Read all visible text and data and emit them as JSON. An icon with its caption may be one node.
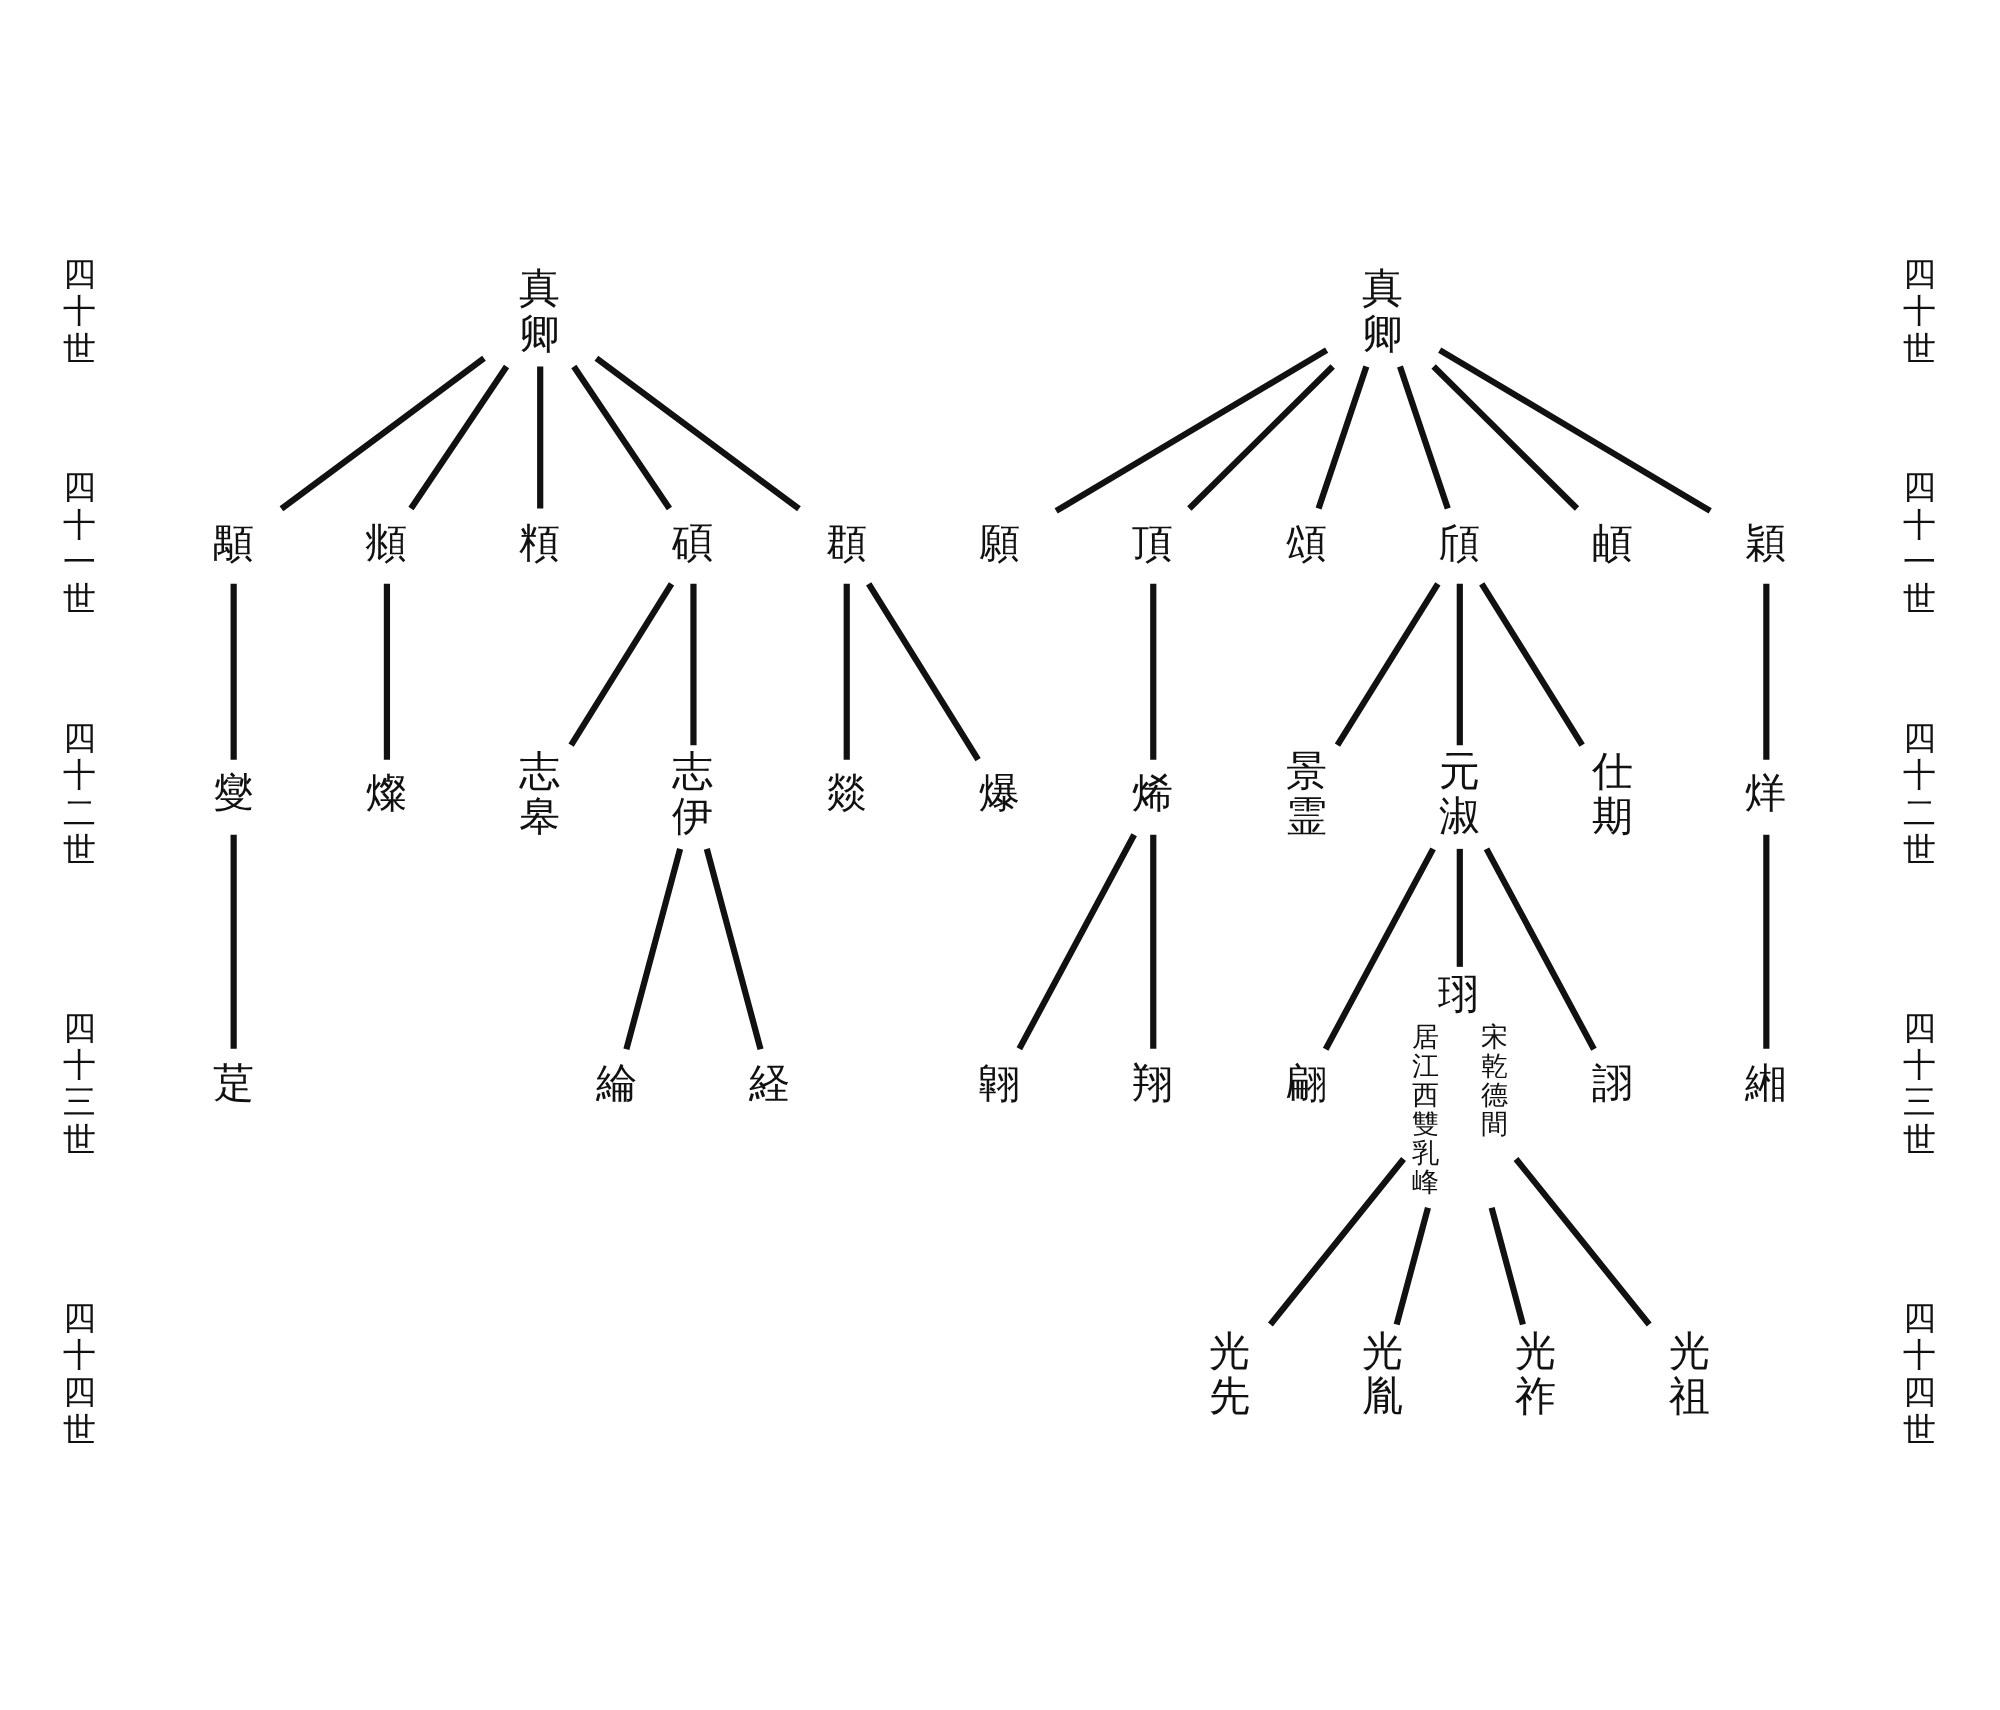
{
  "diagram": {
    "nodes": [
      {
        "text": [
          "真卿"
        ]
      },
      {
        "text": [
          "真卿"
        ]
      },
      {
        "text": [
          "顒"
        ]
      },
      {
        "text": [
          "頫"
        ]
      },
      {
        "text": [
          "頪"
        ]
      },
      {
        "text": [
          "碩"
        ]
      },
      {
        "text": [
          "頵"
        ]
      },
      {
        "text": [
          "願"
        ]
      },
      {
        "text": [
          "頂"
        ]
      },
      {
        "text": [
          "頌"
        ]
      },
      {
        "text": [
          "頎"
        ]
      },
      {
        "text": [
          "頔"
        ]
      },
      {
        "text": [
          "穎"
        ]
      },
      {
        "text": [
          "燮"
        ]
      },
      {
        "text": [
          "燦"
        ]
      },
      {
        "text": [
          "志皋"
        ]
      },
      {
        "text": [
          "志伊"
        ]
      },
      {
        "text": [
          "燚"
        ]
      },
      {
        "text": [
          "爆"
        ]
      },
      {
        "text": [
          "烯"
        ]
      },
      {
        "text": [
          "景霊"
        ]
      },
      {
        "text": [
          "元淑"
        ]
      },
      {
        "text": [
          "仕期"
        ]
      },
      {
        "text": [
          "烊"
        ]
      },
      {
        "text": [
          "莡"
        ]
      },
      {
        "text": [
          "綸"
        ]
      },
      {
        "text": [
          "経"
        ]
      },
      {
        "text": [
          "翶"
        ]
      },
      {
        "text": [
          "翔"
        ]
      },
      {
        "text": [
          "翩"
        ]
      },
      {
        "text": [
          "珝"
        ],
        "beside": [
          "宋乾德間",
          "居江西雙乳峰"
        ]
      },
      {
        "text": [
          "詡"
        ]
      },
      {
        "text": [
          "緗"
        ]
      },
      {
        "text": [
          "光先"
        ]
      },
      {
        "text": [
          "光胤"
        ]
      },
      {
        "text": [
          "光祚"
        ]
      },
      {
        "text": [
          "光祖"
        ]
      }
    ],
    "edges": [
      {
        "from": 0,
        "to": 2,
        "arrow": "none"
      },
      {
        "from": 0,
        "to": 3,
        "arrow": "none"
      },
      {
        "from": 0,
        "to": 4,
        "arrow": "none"
      },
      {
        "from": 0,
        "to": 5,
        "arrow": "none"
      },
      {
        "from": 0,
        "to": 6,
        "arrow": "none"
      },
      {
        "from": 1,
        "to": 7,
        "arrow": "none"
      },
      {
        "from": 1,
        "to": 8,
        "arrow": "none"
      },
      {
        "from": 1,
        "to": 9,
        "arrow": "none"
      },
      {
        "from": 1,
        "to": 10,
        "arrow": "none"
      },
      {
        "from": 1,
        "to": 11,
        "arrow": "none"
      },
      {
        "from": 1,
        "to": 12,
        "arrow": "none"
      },
      {
        "from": 2,
        "to": 13,
        "arrow": "none"
      },
      {
        "from": 3,
        "to": 14,
        "arrow": "none"
      },
      {
        "from": 5,
        "to": 15,
        "arrow": "none"
      },
      {
        "from": 5,
        "to": 16,
        "arrow": "none"
      },
      {
        "from": 6,
        "to": 17,
        "arrow": "none"
      },
      {
        "from": 6,
        "to": 18,
        "arrow": "none"
      },
      {
        "from": 8,
        "to": 19,
        "arrow": "none"
      },
      {
        "from": 10,
        "to": 20,
        "arrow": "none"
      },
      {
        "from": 10,
        "to": 21,
        "arrow": "none"
      },
      {
        "from": 10,
        "to": 22,
        "arrow": "none"
      },
      {
        "from": 12,
        "to": 23,
        "arrow": "none"
      },
      {
        "from": 13,
        "to": 24,
        "arrow": "none"
      },
      {
        "from": 16,
        "to": 25,
        "arrow": "none"
      },
      {
        "from": 16,
        "to": 26,
        "arrow": "none"
      },
      {
        "from": 19,
        "to": 27,
        "arrow": "none"
      },
      {
        "from": 19,
        "to": 28,
        "arrow": "none"
      },
      {
        "from": 21,
        "to": 29,
        "arrow": "none"
      },
      {
        "from": 21,
        "to": 30,
        "arrow": "none"
      },
      {
        "from": 21,
        "to": 31,
        "arrow": "none"
      },
      {
        "from": 23,
        "to": 32,
        "arrow": "none"
      },
      {
        "from": 30,
        "to": 33,
        "arrow": "none"
      },
      {
        "from": 30,
        "to": 34,
        "arrow": "none"
      },
      {
        "from": 30,
        "to": 35,
        "arrow": "none"
      },
      {
        "from": 30,
        "to": 36,
        "arrow": "none"
      }
    ],
    "labels": [
      "四十世",
      "四十一世",
      "四十二世",
      "四十三世",
      "四十四世",
      "四十世",
      "四十一世",
      "四十二世",
      "四十三世",
      "四十四世"
    ]
  }
}
